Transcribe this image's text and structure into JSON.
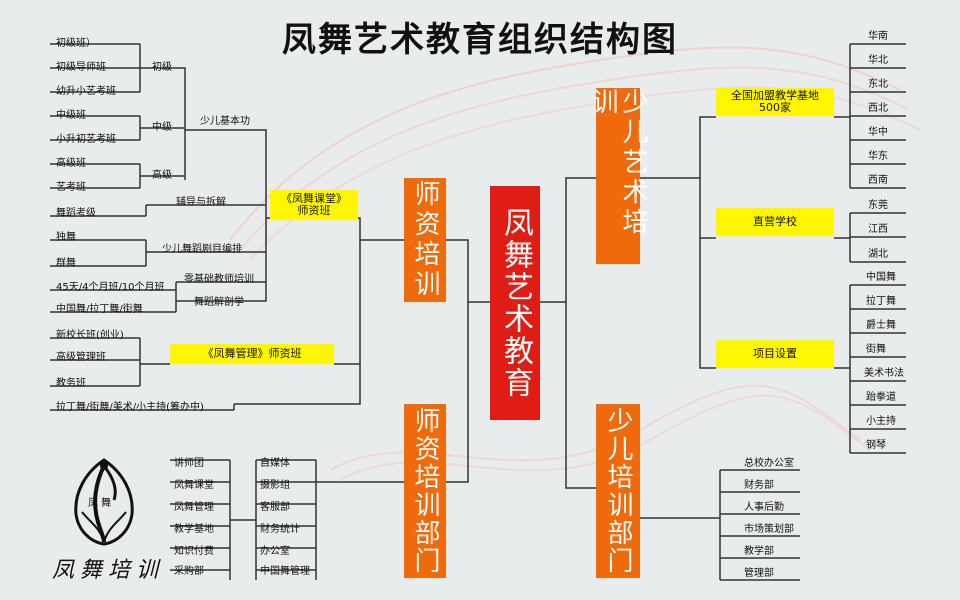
{
  "title": "凤舞艺术教育组织结构图",
  "center": "凤舞艺术教育",
  "branches": {
    "shaoer_peixun": "少儿艺术培训",
    "shizi_peixun": "师资培训",
    "shizi_bumen": "师资培训部门",
    "shaoer_bumen": "少儿培训部门"
  },
  "right_top": {
    "jiameng_label": "全国加盟教学基地",
    "jiameng_count": "500家",
    "regions": [
      "华南",
      "华北",
      "东北",
      "西北",
      "华中",
      "华东",
      "西南"
    ],
    "zhiying_label": "直营学校",
    "zhiying": [
      "东莞",
      "江西",
      "湖北"
    ],
    "xiangmu_label": "项目设置",
    "xiangmu": [
      "中国舞",
      "拉丁舞",
      "爵士舞",
      "街舞",
      "美术书法",
      "跆拳道",
      "小主持",
      "钢琴"
    ]
  },
  "right_bottom": [
    "总校办公室",
    "财务部",
    "人事后勤",
    "市场策划部",
    "教学部",
    "管理部"
  ],
  "left_top": {
    "chuji": [
      "初级班）",
      "初级导师班",
      "幼升小艺考班"
    ],
    "chuji_label": "初级",
    "zhongji": [
      "中级班",
      "小升初艺考班"
    ],
    "zhongji_label": "中级",
    "gaoji": [
      "高级班",
      "艺考班"
    ],
    "gaoji_label": "高级",
    "jibengong": "少儿基本功",
    "wudao_kaoji": "舞蹈考级",
    "fudao": "辅导与拆解",
    "dance_items": [
      "独舞",
      "群舞"
    ],
    "bianpai": "少儿舞蹈剧目编排",
    "ban_45": "45天/4个月班/10个月班",
    "lingjichu": "零基础教师培训",
    "zhongguowu": "中国舞/拉丁舞/街舞",
    "jiepou": "舞蹈解剖学",
    "ketang_label_1": "《凤舞课堂》",
    "ketang_label_2": "师资班",
    "guanli_items": [
      "新校长班(创业)",
      "高级管理班",
      "教务班"
    ],
    "guanli_label": "《凤舞管理》师资班",
    "choubanzhong": "拉丁舞/街舞/美术/小主持(筹办中)"
  },
  "left_bottom": {
    "col1": [
      "讲师团",
      "凤舞课堂",
      "凤舞管理",
      "教学基地",
      "知识付费",
      "采购部"
    ],
    "col2": [
      "自媒体",
      "摄影组",
      "客服部",
      "财务统计",
      "办公室",
      "中国舞管理"
    ]
  },
  "logo": {
    "brand_text": "凤舞培训",
    "logo_chars": "凤 舞"
  },
  "colors": {
    "orange": "#ef6a0b",
    "red": "#e01d14",
    "yellow": "#fff600",
    "background": "#e9ecec"
  }
}
